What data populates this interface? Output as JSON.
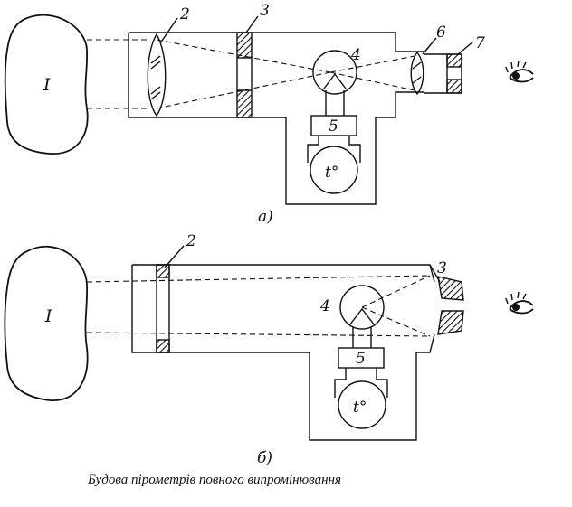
{
  "figure": {
    "a": {
      "sublabel": "а)",
      "object_label": "I",
      "parts": {
        "p2": "2",
        "p3": "3",
        "p4": "4",
        "p5": "5",
        "p6": "6",
        "p7": "7"
      },
      "thermometer": "t°"
    },
    "b": {
      "sublabel": "б)",
      "object_label": "I",
      "parts": {
        "p2": "2",
        "p3": "3",
        "p4": "4",
        "p5": "5"
      },
      "thermometer": "t°"
    },
    "caption": "Будова пірометрів повного випромінювання",
    "icons": [
      "eye-icon",
      "eye-icon"
    ],
    "colors": {
      "ink": "#111111",
      "background": "#ffffff"
    }
  }
}
